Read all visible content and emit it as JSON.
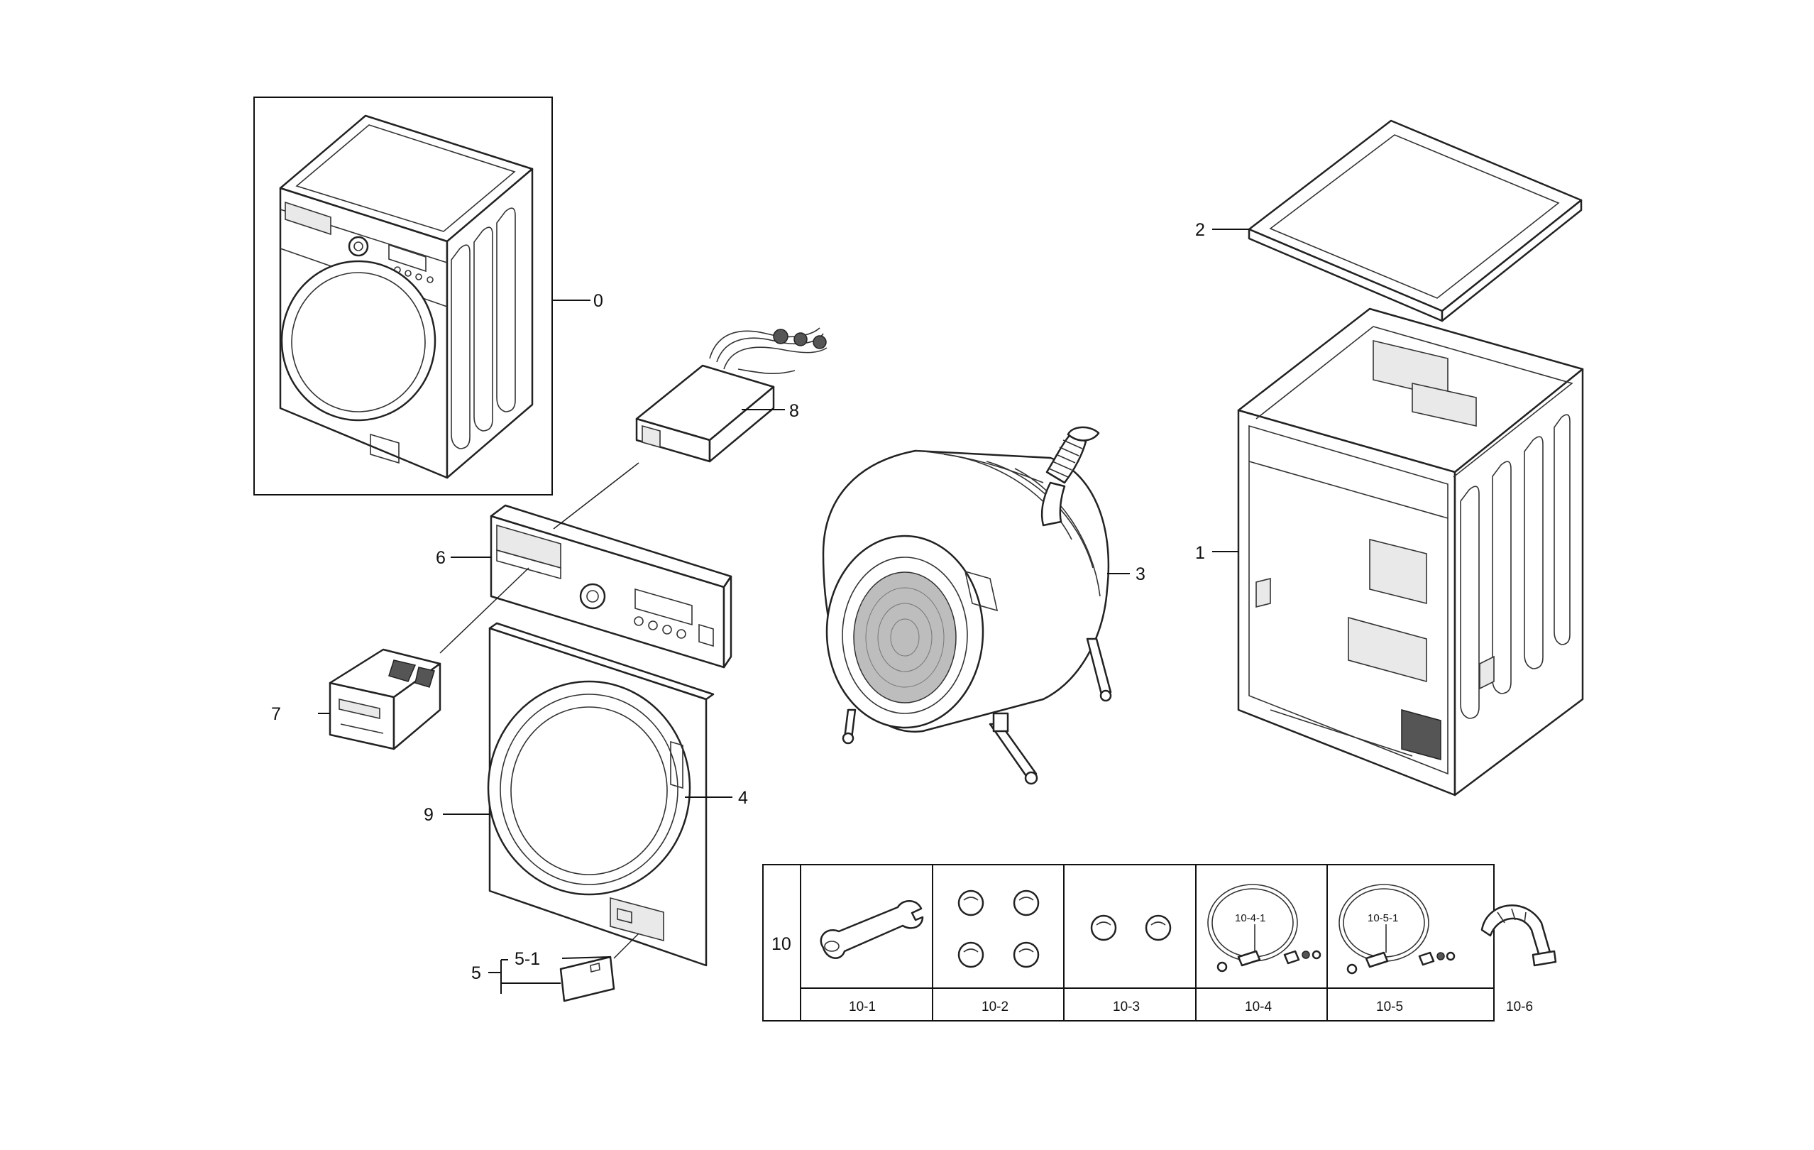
{
  "callouts": {
    "c0": "0",
    "c1": "1",
    "c2": "2",
    "c3": "3",
    "c4": "4",
    "c5": "5",
    "c5_1": "5-1",
    "c6": "6",
    "c7": "7",
    "c8": "8",
    "c9": "9"
  },
  "accessories_table": {
    "group_label": "10",
    "cells": [
      {
        "label": "10-1",
        "icon": "spanner-icon"
      },
      {
        "label": "10-2",
        "icon": "four-caps-icon"
      },
      {
        "label": "10-3",
        "icon": "two-caps-icon"
      },
      {
        "label": "10-4",
        "icon": "hose-icon",
        "sub_label": "10-4-1"
      },
      {
        "label": "10-5",
        "icon": "hose-icon",
        "sub_label": "10-5-1"
      },
      {
        "label": "10-6",
        "icon": "hose-guide-icon"
      }
    ]
  }
}
